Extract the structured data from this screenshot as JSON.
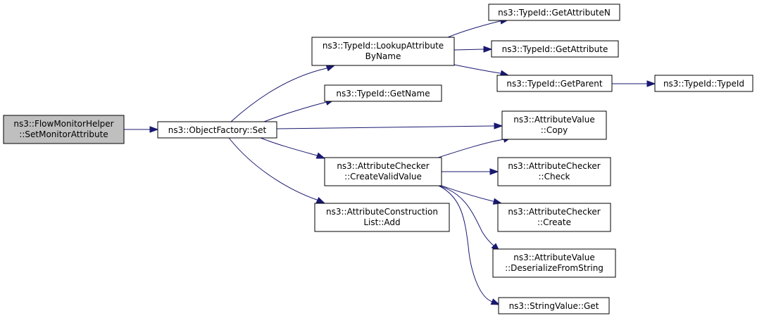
{
  "diagram": {
    "colors": {
      "edge": "#191970",
      "root_fill": "#bfbfbf",
      "node_fill": "#ffffff",
      "border": "#000000"
    },
    "nodes": {
      "flow_monitor_helper": {
        "lines": [
          "ns3::FlowMonitorHelper",
          "::SetMonitorAttribute"
        ]
      },
      "object_factory_set": {
        "lines": [
          "ns3::ObjectFactory::Set"
        ]
      },
      "lookup_attribute_by_name": {
        "lines": [
          "ns3::TypeId::LookupAttribute",
          "ByName"
        ]
      },
      "get_name": {
        "lines": [
          "ns3::TypeId::GetName"
        ]
      },
      "create_valid_value": {
        "lines": [
          "ns3::AttributeChecker",
          "::CreateValidValue"
        ]
      },
      "construction_list_add": {
        "lines": [
          "ns3::AttributeConstruction",
          "List::Add"
        ]
      },
      "get_attribute_n": {
        "lines": [
          "ns3::TypeId::GetAttributeN"
        ]
      },
      "get_attribute": {
        "lines": [
          "ns3::TypeId::GetAttribute"
        ]
      },
      "get_parent": {
        "lines": [
          "ns3::TypeId::GetParent"
        ]
      },
      "type_id": {
        "lines": [
          "ns3::TypeId::TypeId"
        ]
      },
      "attribute_value_copy": {
        "lines": [
          "ns3::AttributeValue",
          "::Copy"
        ]
      },
      "checker_check": {
        "lines": [
          "ns3::AttributeChecker",
          "::Check"
        ]
      },
      "checker_create": {
        "lines": [
          "ns3::AttributeChecker",
          "::Create"
        ]
      },
      "deserialize_from_string": {
        "lines": [
          "ns3::AttributeValue",
          "::DeserializeFromString"
        ]
      },
      "string_value_get": {
        "lines": [
          "ns3::StringValue::Get"
        ]
      }
    },
    "edges": [
      {
        "from": "flow_monitor_helper",
        "to": "object_factory_set"
      },
      {
        "from": "object_factory_set",
        "to": "lookup_attribute_by_name"
      },
      {
        "from": "object_factory_set",
        "to": "get_name"
      },
      {
        "from": "object_factory_set",
        "to": "attribute_value_copy"
      },
      {
        "from": "object_factory_set",
        "to": "create_valid_value"
      },
      {
        "from": "object_factory_set",
        "to": "construction_list_add"
      },
      {
        "from": "lookup_attribute_by_name",
        "to": "get_attribute_n"
      },
      {
        "from": "lookup_attribute_by_name",
        "to": "get_attribute"
      },
      {
        "from": "lookup_attribute_by_name",
        "to": "get_parent"
      },
      {
        "from": "get_parent",
        "to": "type_id"
      },
      {
        "from": "create_valid_value",
        "to": "attribute_value_copy"
      },
      {
        "from": "create_valid_value",
        "to": "checker_check"
      },
      {
        "from": "create_valid_value",
        "to": "checker_create"
      },
      {
        "from": "create_valid_value",
        "to": "deserialize_from_string"
      },
      {
        "from": "create_valid_value",
        "to": "string_value_get"
      }
    ]
  }
}
